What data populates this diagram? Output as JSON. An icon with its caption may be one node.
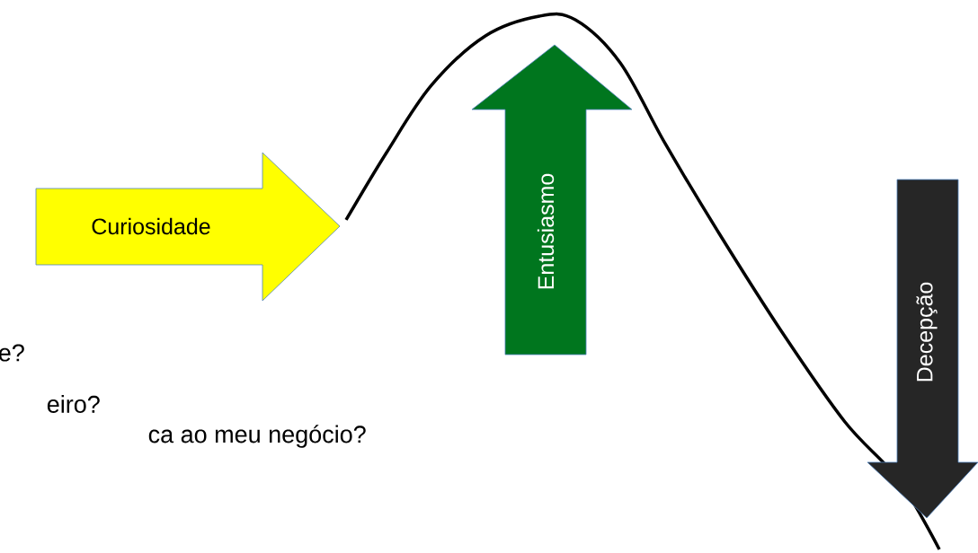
{
  "diagram": {
    "nodes": [
      {
        "text": [
          "Curiosidade"
        ]
      },
      {
        "text": [
          "Entusiasmo"
        ]
      },
      {
        "text": [
          "Decepção"
        ]
      }
    ],
    "labels": [
      "e?",
      "eiro?",
      "ca ao meu negócio?"
    ]
  }
}
